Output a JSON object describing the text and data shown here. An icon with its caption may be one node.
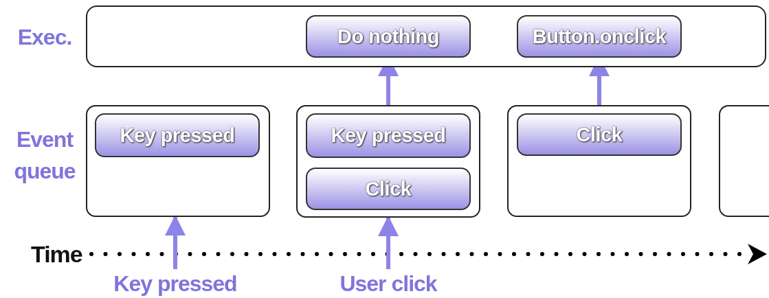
{
  "diagram": {
    "nodes": [
      {
        "text": [],
        "shape": "band"
      },
      {
        "text": [
          "Do nothing"
        ],
        "in": 0
      },
      {
        "text": [
          "Button.onclick"
        ],
        "in": 0
      },
      {
        "text": [],
        "shape": "box"
      },
      {
        "text": [
          "Key pressed"
        ],
        "in": 3
      },
      {
        "text": [],
        "shape": "box"
      },
      {
        "text": [
          "Key pressed"
        ],
        "in": 5
      },
      {
        "text": [
          "Click"
        ],
        "in": 5
      },
      {
        "text": [],
        "shape": "box"
      },
      {
        "text": [
          "Click"
        ],
        "in": 8
      },
      {
        "text": [],
        "shape": "box"
      },
      {
        "text": [
          "Key pressed"
        ]
      },
      {
        "text": [
          "User click"
        ]
      }
    ],
    "edges": [
      {
        "from": 11,
        "to": 3,
        "arrow": "to"
      },
      {
        "from": 12,
        "to": 5,
        "arrow": "to"
      },
      {
        "from": 5,
        "to": 1,
        "arrow": "to"
      },
      {
        "from": 8,
        "to": 2,
        "arrow": "to"
      }
    ],
    "labels": [
      "Exec.",
      "Event queue",
      "Time"
    ]
  }
}
